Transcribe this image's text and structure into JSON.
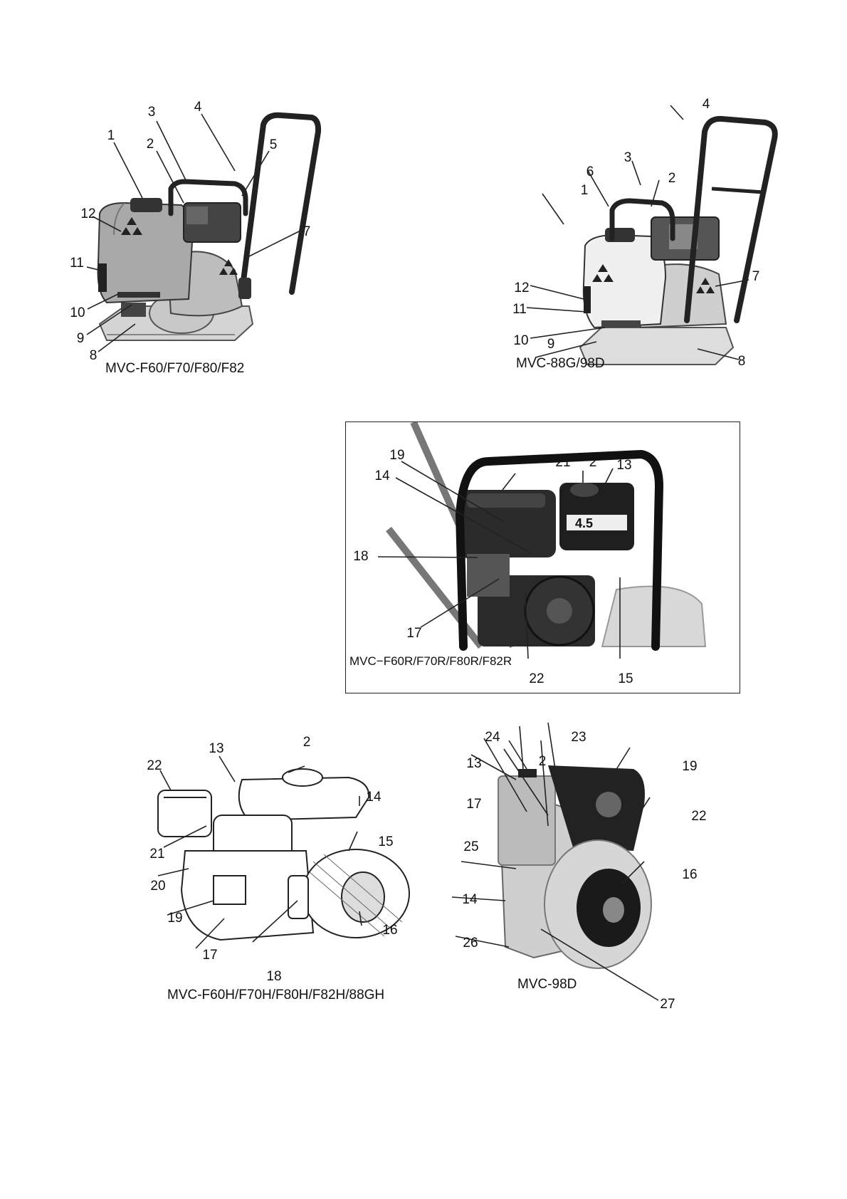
{
  "figures": [
    {
      "id": "fig1",
      "caption": "MVC-F60/F70/F80/F82",
      "callouts": [
        "1",
        "2",
        "3",
        "4",
        "5",
        "7",
        "8",
        "9",
        "10",
        "11",
        "12"
      ]
    },
    {
      "id": "fig2",
      "caption": "MVC-88G/98D",
      "callouts": [
        "1",
        "2",
        "3",
        "4",
        "6",
        "7",
        "8",
        "9",
        "10",
        "11",
        "12"
      ]
    },
    {
      "id": "fig3",
      "caption": "MVC−F60R/F70R/F80R/F82R",
      "callouts": [
        "2",
        "13",
        "14",
        "15",
        "17",
        "18",
        "19",
        "21",
        "22"
      ],
      "decal": "4.5"
    },
    {
      "id": "fig4",
      "caption": "MVC-F60H/F70H/F80H/F82H/88GH",
      "callouts": [
        "2",
        "13",
        "14",
        "15",
        "16",
        "17",
        "18",
        "19",
        "20",
        "21",
        "22"
      ]
    },
    {
      "id": "fig5",
      "caption": "MVC-98D",
      "callouts": [
        "2",
        "13",
        "14",
        "16",
        "17",
        "19",
        "22",
        "23",
        "24",
        "25",
        "26",
        "27"
      ]
    }
  ]
}
